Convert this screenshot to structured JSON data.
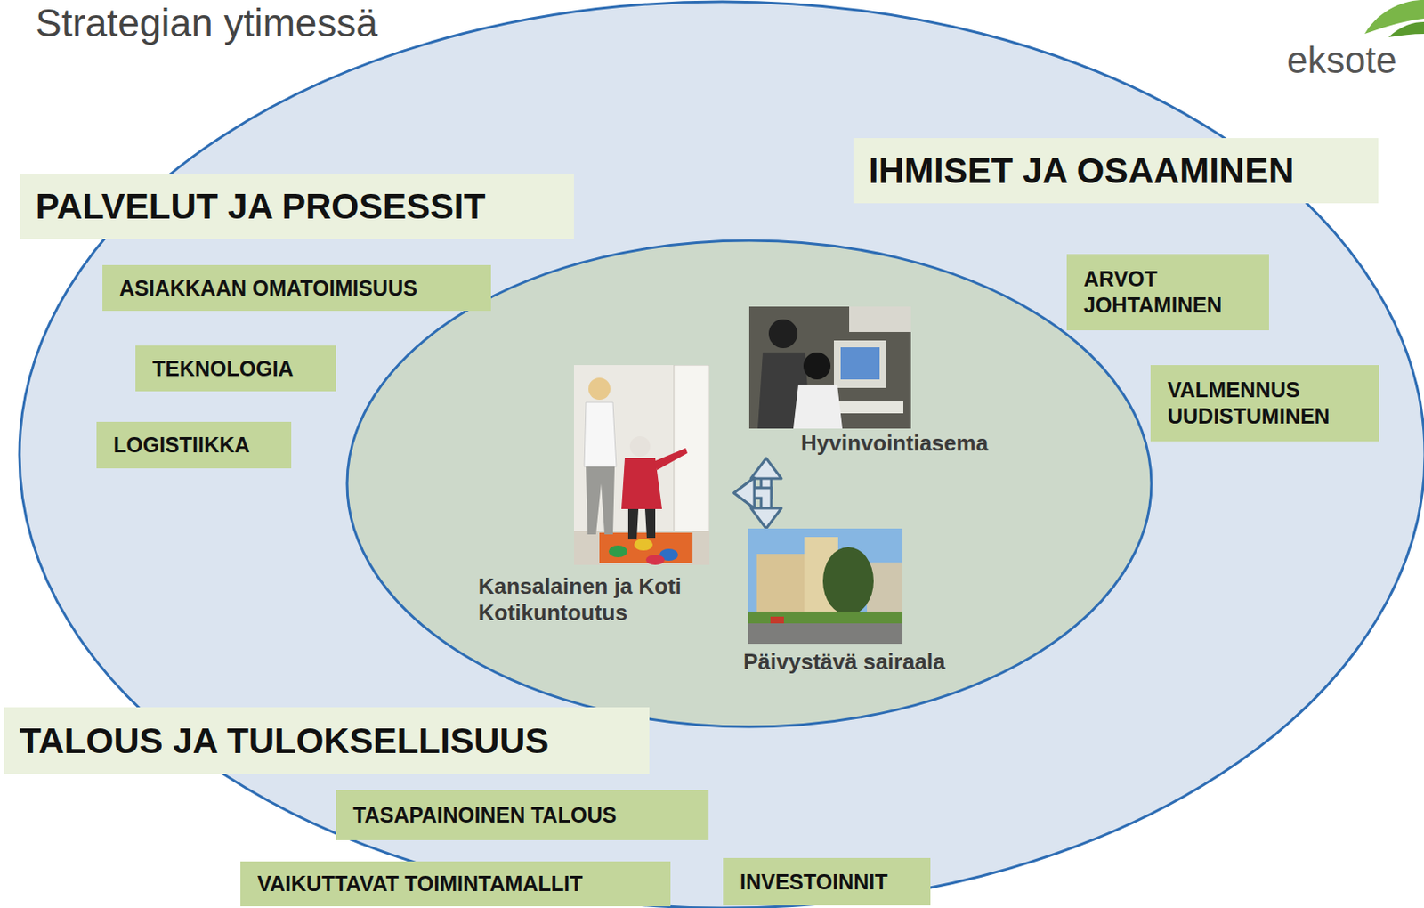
{
  "diagram": {
    "title": "Strategian ytimessä",
    "nodes": [
      {
        "text": [
          "PALVELUT JA PROSESSIT"
        ]
      },
      {
        "text": [
          "ASIAKKAAN OMATOIMISUUS"
        ]
      },
      {
        "text": [
          "TEKNOLOGIA"
        ]
      },
      {
        "text": [
          "LOGISTIIKKA"
        ]
      },
      {
        "text": [
          "IHMISET JA OSAAMINEN"
        ]
      },
      {
        "text": [
          "ARVOT JOHTAMINEN"
        ]
      },
      {
        "text": [
          "VALMENNUS UUDISTUMINEN"
        ]
      },
      {
        "text": [
          "Hyvinvointiasema"
        ]
      },
      {
        "text": [
          "Kansalainen ja Koti Kotikuntoutus"
        ]
      },
      {
        "text": [
          "Päivystävä sairaala"
        ]
      },
      {
        "text": [
          "TALOUS JA TULOKSELLISUUS"
        ]
      },
      {
        "text": [
          "TASAPAINOINEN TALOUS"
        ]
      },
      {
        "text": [
          "VAIKUTTAVAT TOIMINTAMALLIT"
        ]
      },
      {
        "text": [
          "INVESTOINNIT"
        ]
      }
    ],
    "edges": [
      {
        "from": 8,
        "to": 7,
        "arrow": "both"
      },
      {
        "from": 8,
        "to": 9,
        "arrow": "both"
      }
    ],
    "labels": [
      "eksote"
    ]
  }
}
